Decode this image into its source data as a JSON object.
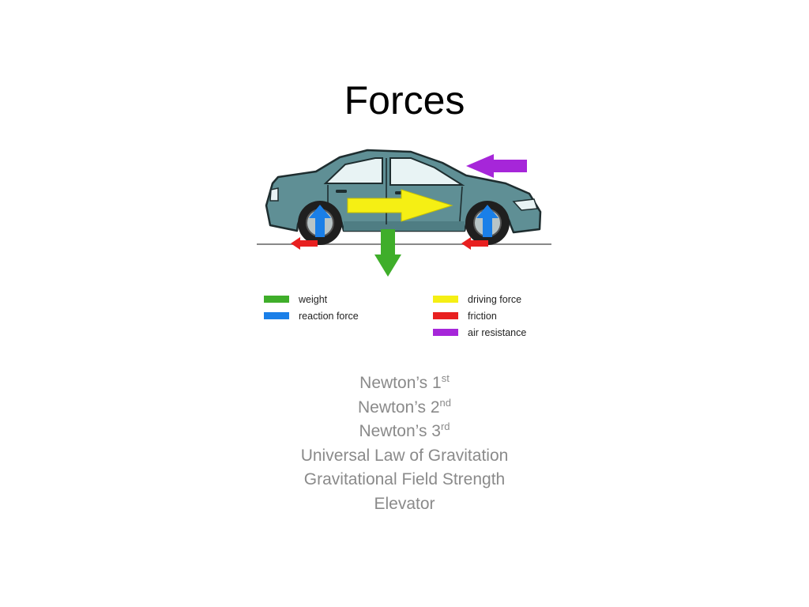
{
  "slide": {
    "title": "Forces"
  },
  "legend": {
    "items": [
      {
        "label": "weight",
        "color": "#3fae2a"
      },
      {
        "label": "reaction force",
        "color": "#1a7fe8"
      },
      {
        "label": "driving force",
        "color": "#f5ef14"
      },
      {
        "label": "friction",
        "color": "#e82020"
      },
      {
        "label": "air resistance",
        "color": "#a626d9"
      }
    ]
  },
  "colors": {
    "car_body": "#5f8f95",
    "car_outline": "#1e2d2f",
    "window": "#e8f3f4",
    "tire": "#1f1f1f",
    "ground": "#888888"
  },
  "topics": [
    {
      "text": "Newton’s 1",
      "sup": "st"
    },
    {
      "text": "Newton’s 2",
      "sup": "nd"
    },
    {
      "text": "Newton’s 3",
      "sup": "rd"
    },
    {
      "text": "Universal Law of Gravitation",
      "sup": ""
    },
    {
      "text": "Gravitational Field Strength",
      "sup": ""
    },
    {
      "text": "Elevator",
      "sup": ""
    }
  ]
}
